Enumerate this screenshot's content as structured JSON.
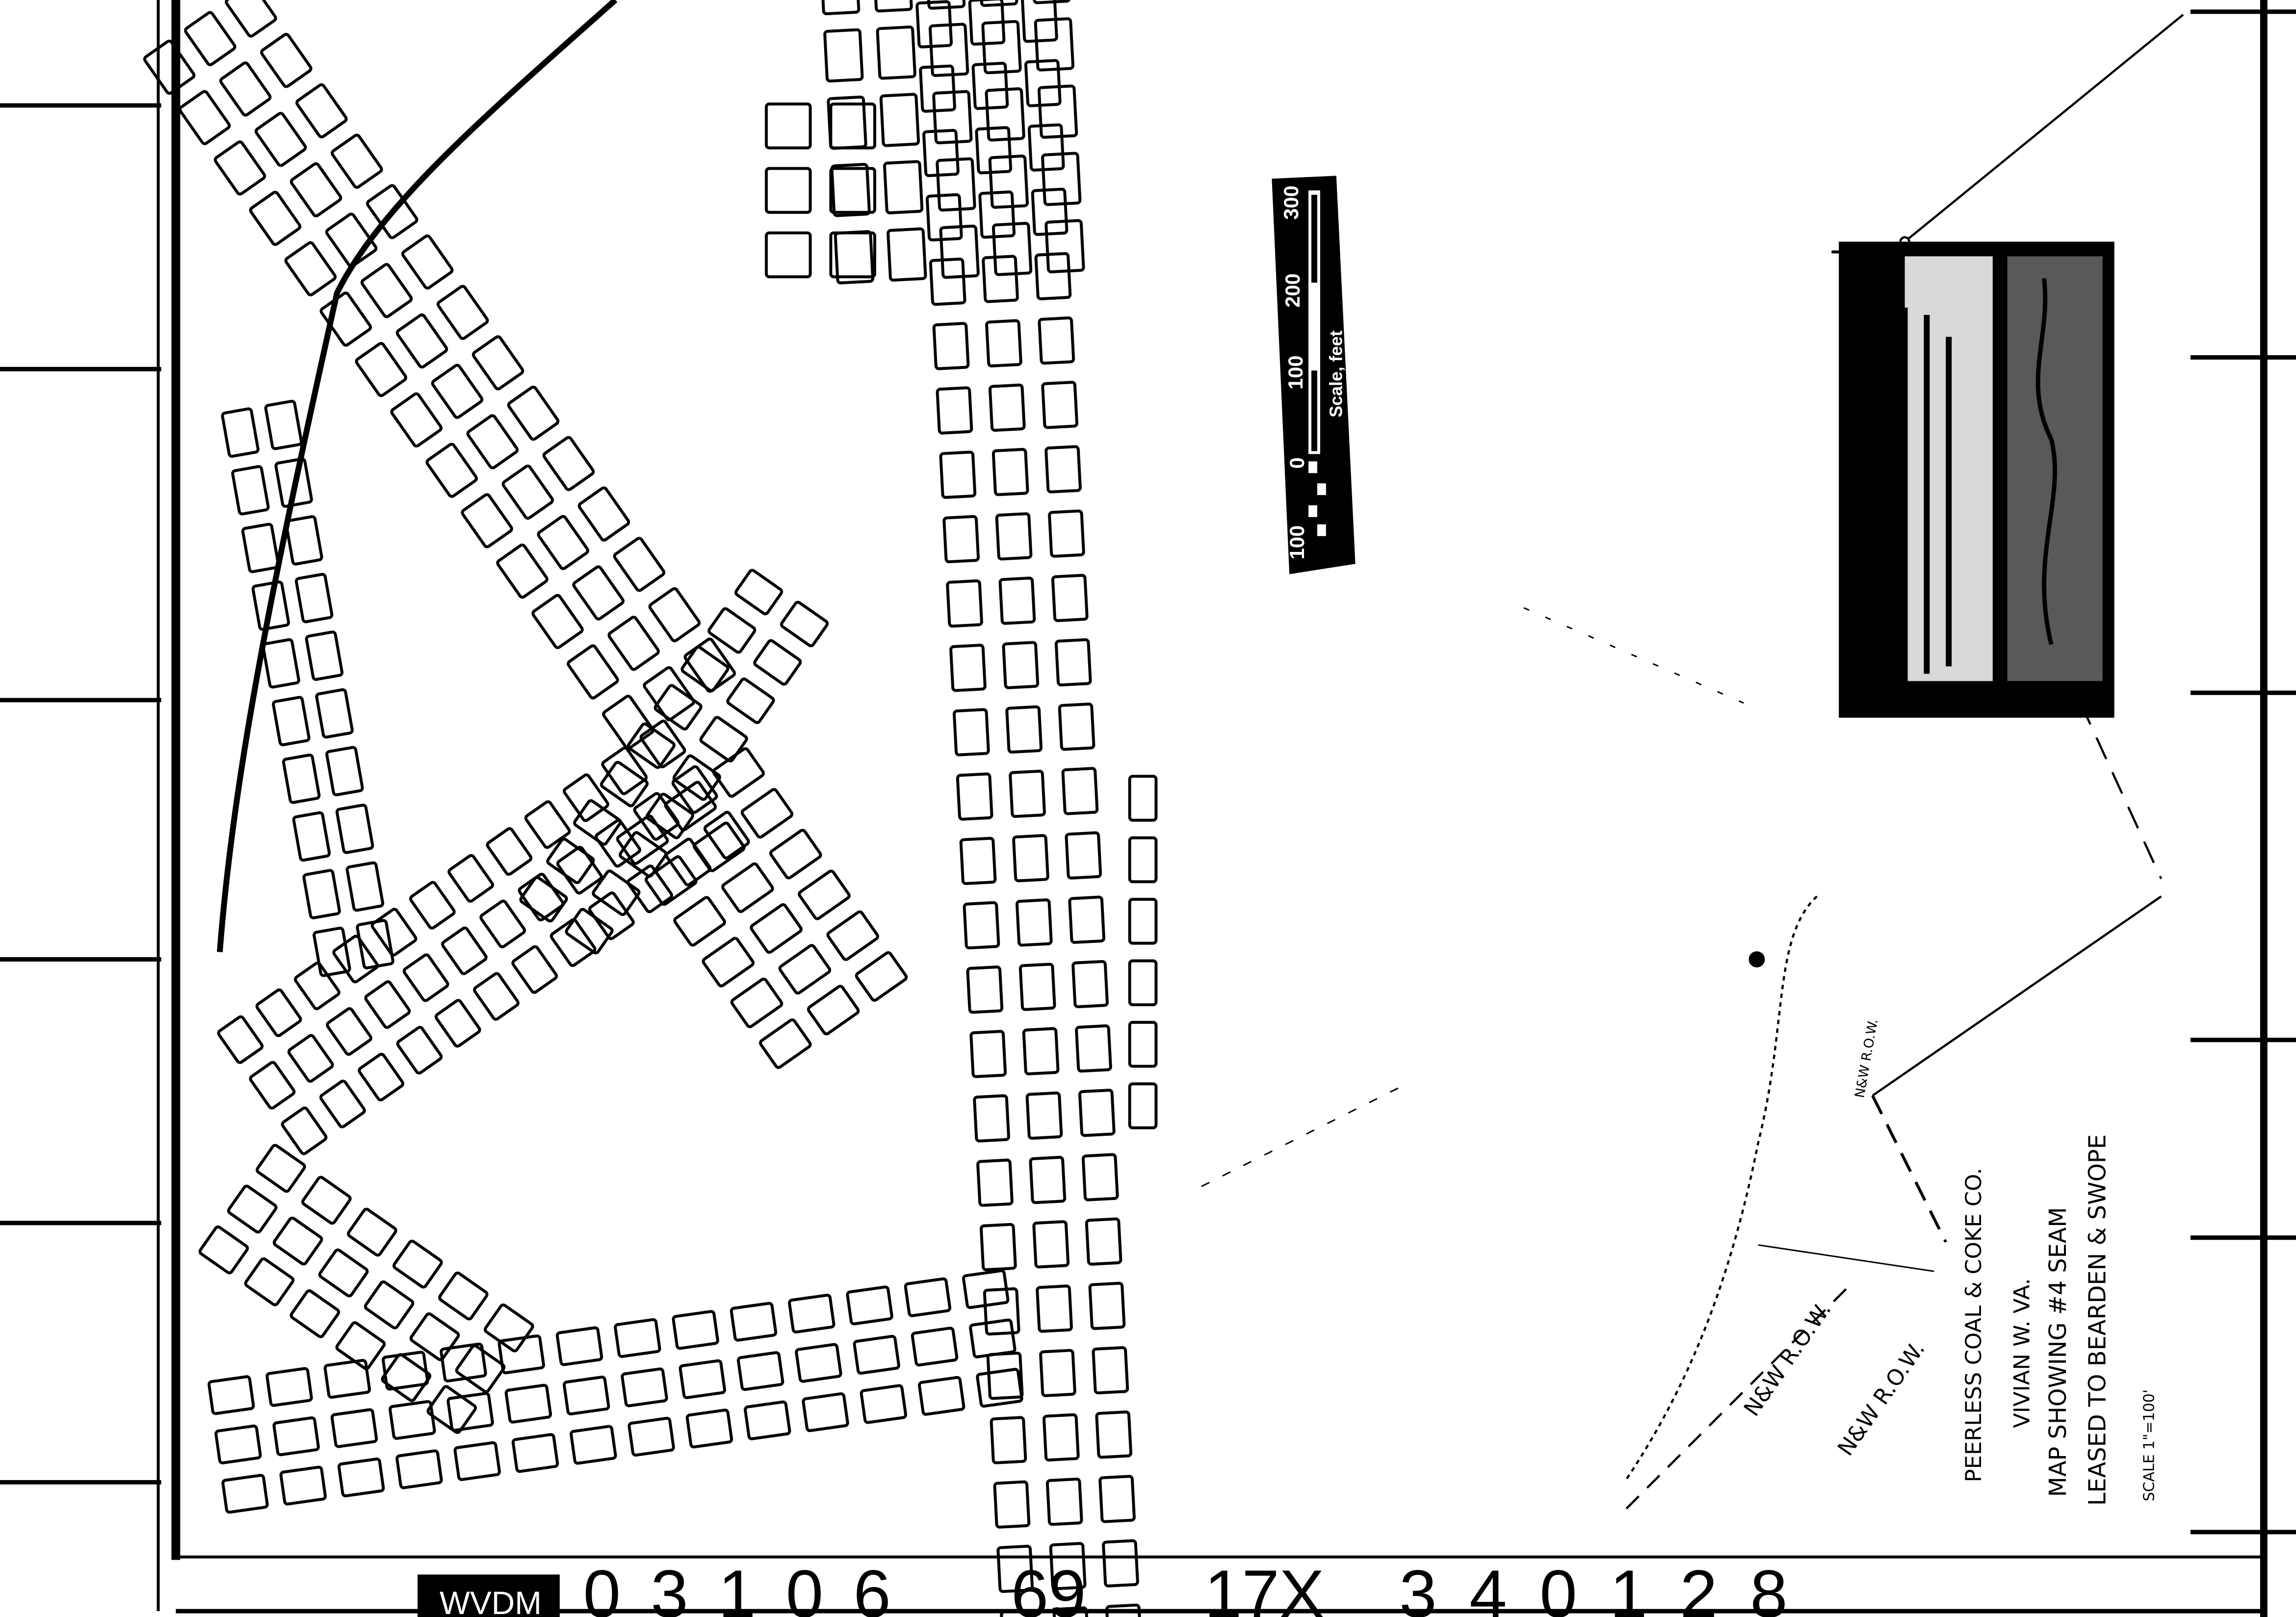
{
  "title_block": {
    "company": "PEERLESS COAL & COKE CO.",
    "location": "VIVIAN W. VA.",
    "description": "MAP SHOWING #4 SEAM",
    "lease": "LEASED TO BEARDEN & SWOPE",
    "scale": "SCALE 1\"=100'"
  },
  "scale_bar": {
    "labels": [
      "100",
      "0",
      "100",
      "200",
      "300"
    ],
    "caption": "Scale, feet"
  },
  "annotations": {
    "row_labels": [
      "N&W R.O.W.",
      "N&W R.O.W.",
      "N&W R.O.W."
    ]
  },
  "archive_strip": {
    "agency": "WVDM",
    "parts": [
      "03106",
      "69",
      "17X",
      "340128"
    ]
  },
  "colors": {
    "ink": "#000000",
    "paper": "#ffffff"
  }
}
